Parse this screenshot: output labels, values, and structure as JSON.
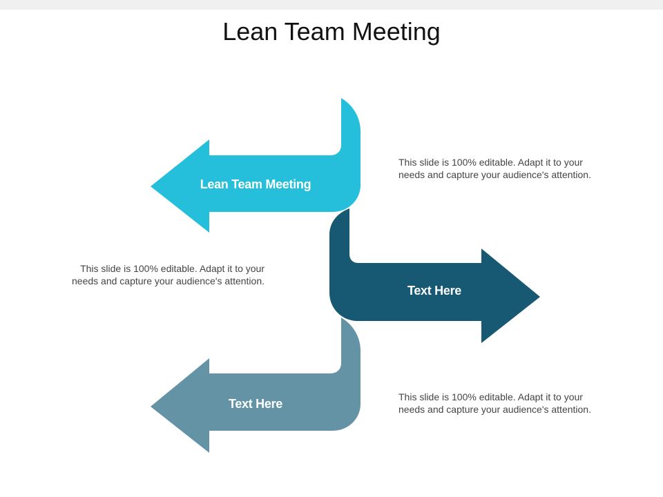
{
  "slide": {
    "title": "Lean Team Meeting"
  },
  "arrows": [
    {
      "label": "Lean Team Meeting",
      "direction": "left",
      "color": "#26BFDB"
    },
    {
      "label": "Text Here",
      "direction": "right",
      "color": "#175873"
    },
    {
      "label": "Text Here",
      "direction": "left",
      "color": "#6493A6"
    }
  ],
  "descriptions": [
    {
      "line1": "This slide is 100% editable. Adapt it to your",
      "line2": "needs and capture your audience's attention."
    },
    {
      "line1": "This slide is 100% editable. Adapt it to your",
      "line2": "needs and capture your audience's attention."
    },
    {
      "line1": "This slide is 100% editable. Adapt it to your",
      "line2": "needs and capture your audience's attention."
    }
  ]
}
